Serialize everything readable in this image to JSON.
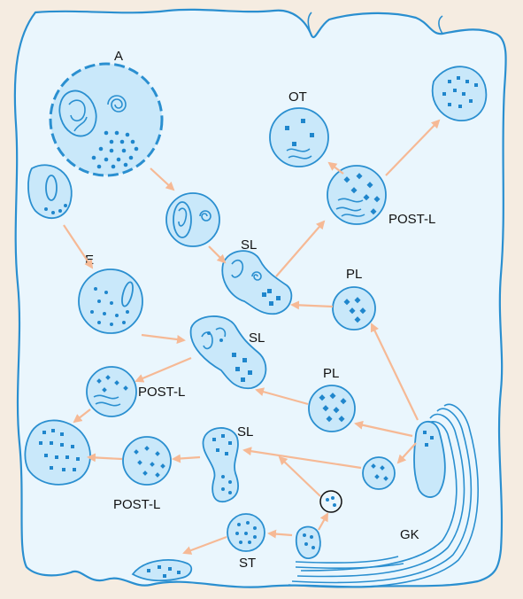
{
  "labels": {
    "A": "A",
    "OT": "OT",
    "POST_L_top": "POST-L",
    "SL_top": "SL",
    "E": "E",
    "PL_top": "PL",
    "SL_mid": "SL",
    "POST_L_left": "POST-L",
    "PL_mid": "PL",
    "SL_bottom": "SL",
    "POST_L_bottom": "POST-L",
    "ST": "ST",
    "GK": "GK"
  },
  "colors": {
    "background": "#f5ece1",
    "cell_fill": "#eaf6fd",
    "organelle_fill": "#c9e8fa",
    "outline": "#2a8fd0",
    "granule": "#1f86cc",
    "arrow": "#f6b995"
  }
}
